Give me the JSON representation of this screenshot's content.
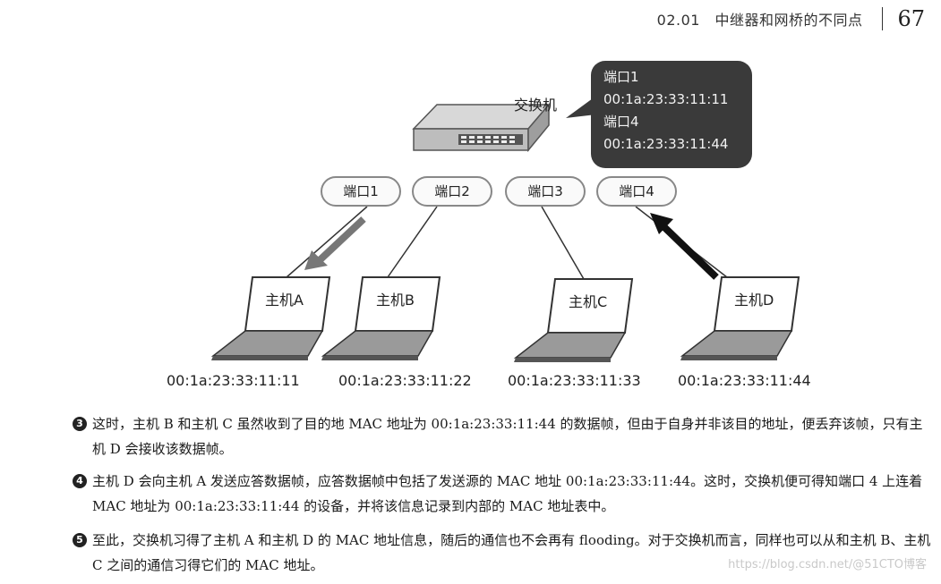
{
  "header": {
    "section": "02.01　中继器和网桥的不同点",
    "page_number": "67"
  },
  "switch": {
    "label": "交换机"
  },
  "mac_table_bubble": {
    "lines": [
      "端口1",
      "00:1a:23:33:11:11",
      "端口4",
      "00:1a:23:33:11:44"
    ]
  },
  "ports": [
    "端口1",
    "端口2",
    "端口3",
    "端口4"
  ],
  "hosts": [
    {
      "name": "主机A",
      "mac": "00:1a:23:33:11:11"
    },
    {
      "name": "主机B",
      "mac": "00:1a:23:33:11:22"
    },
    {
      "name": "主机C",
      "mac": "00:1a:23:33:11:33"
    },
    {
      "name": "主机D",
      "mac": "00:1a:23:33:11:44"
    }
  ],
  "paragraphs": [
    {
      "number": "3",
      "text": "这时，主机 B 和主机 C 虽然收到了目的地 MAC 地址为 00:1a:23:33:11:44 的数据帧，但由于自身并非该目的地址，便丢弃该帧，只有主机 D 会接收该数据帧。"
    },
    {
      "number": "4",
      "text": "主机 D 会向主机 A 发送应答数据帧，应答数据帧中包括了发送源的 MAC 地址 00:1a:23:33:11:44。这时，交换机便可得知端口 4 上连着 MAC 地址为 00:1a:23:33:11:44 的设备，并将该信息记录到内部的 MAC 地址表中。"
    },
    {
      "number": "5",
      "text": "至此，交换机习得了主机 A 和主机 D 的 MAC 地址信息，随后的通信也不会再有 flooding。对于交换机而言，同样也可以从和主机 B、主机 C 之间的通信习得它们的 MAC 地址。"
    }
  ],
  "watermark": "https://blog.csdn.net/@51CTO博客"
}
